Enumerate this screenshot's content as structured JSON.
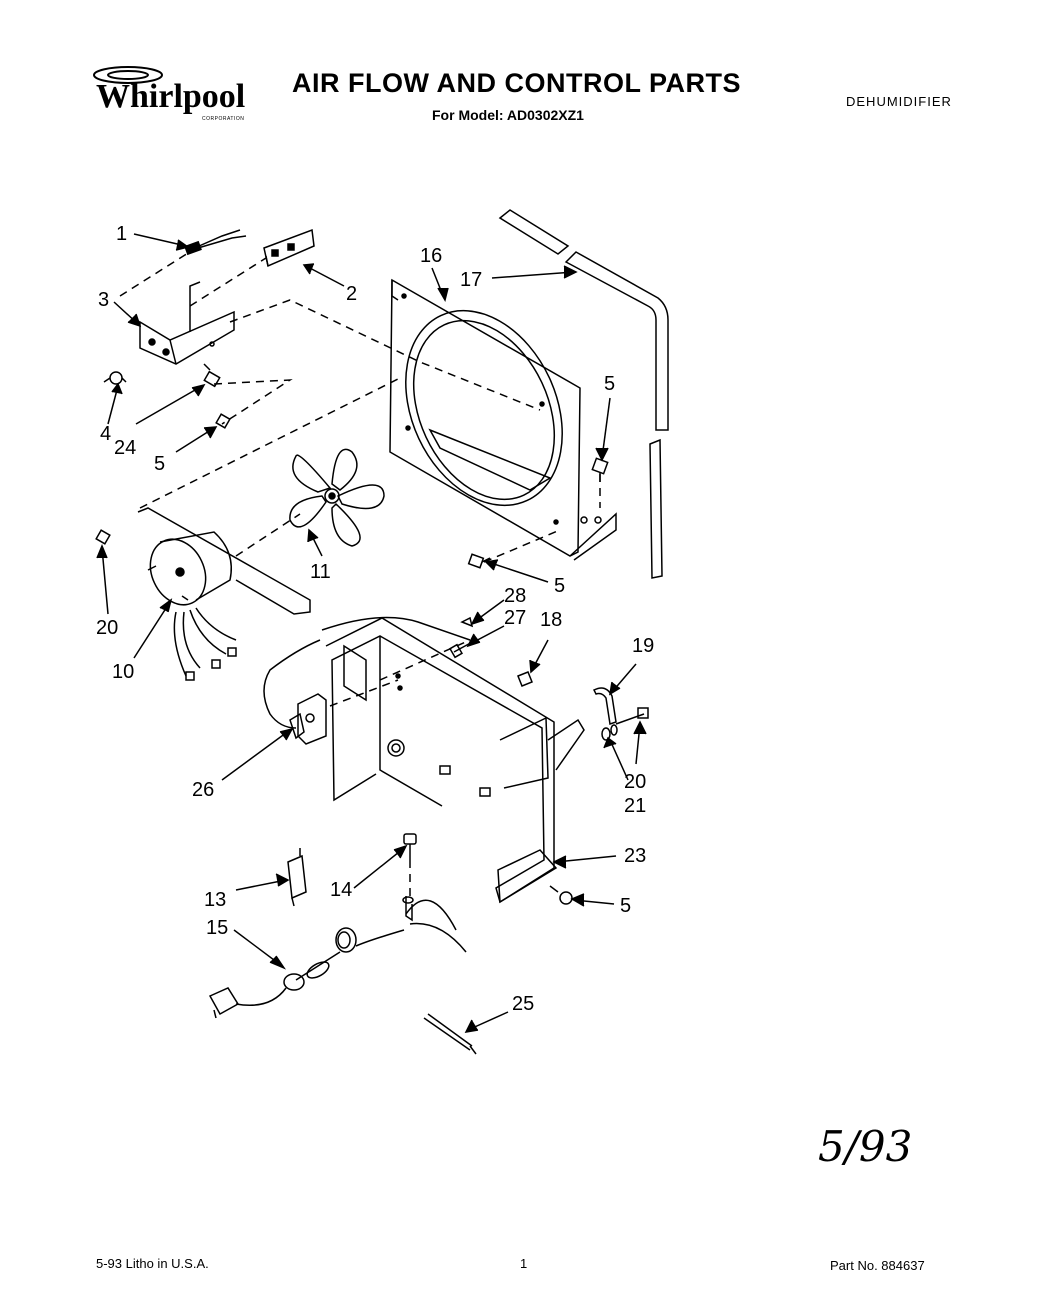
{
  "header": {
    "logo_text": "Whirlpool",
    "logo_subtext": "CORPORATION",
    "title": "AIR FLOW AND CONTROL PARTS",
    "model_line": "For Model: AD0302XZ1",
    "category": "DEHUMIDIFIER"
  },
  "diagram": {
    "callouts": [
      {
        "id": "c1",
        "label": "1"
      },
      {
        "id": "c2",
        "label": "2"
      },
      {
        "id": "c3",
        "label": "3"
      },
      {
        "id": "c4",
        "label": "4"
      },
      {
        "id": "c24",
        "label": "24"
      },
      {
        "id": "c5a",
        "label": "5"
      },
      {
        "id": "c16",
        "label": "16"
      },
      {
        "id": "c17",
        "label": "17"
      },
      {
        "id": "c5b",
        "label": "5"
      },
      {
        "id": "c11",
        "label": "11"
      },
      {
        "id": "c20a",
        "label": "20"
      },
      {
        "id": "c10",
        "label": "10"
      },
      {
        "id": "c5c",
        "label": "5"
      },
      {
        "id": "c28",
        "label": "28"
      },
      {
        "id": "c27",
        "label": "27"
      },
      {
        "id": "c18",
        "label": "18"
      },
      {
        "id": "c19",
        "label": "19"
      },
      {
        "id": "c20b",
        "label": "20"
      },
      {
        "id": "c21",
        "label": "21"
      },
      {
        "id": "c26",
        "label": "26"
      },
      {
        "id": "c23",
        "label": "23"
      },
      {
        "id": "c13",
        "label": "13"
      },
      {
        "id": "c14",
        "label": "14"
      },
      {
        "id": "c5d",
        "label": "5"
      },
      {
        "id": "c15",
        "label": "15"
      },
      {
        "id": "c25",
        "label": "25"
      }
    ]
  },
  "handwritten_date": "5/93",
  "footer": {
    "litho": "5-93 Litho in U.S.A.",
    "page_number": "1",
    "part_number": "Part No. 884637"
  }
}
